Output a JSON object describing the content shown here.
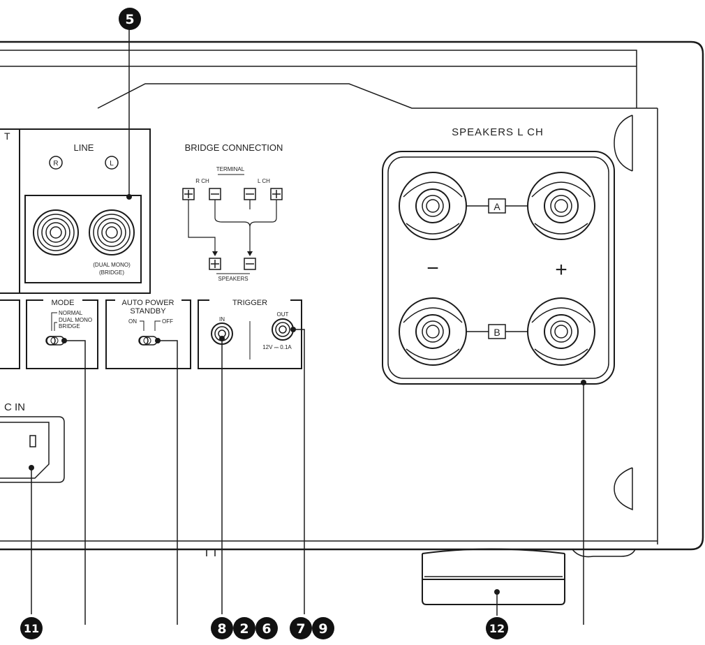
{
  "labels": {
    "line": "LINE",
    "r_jack": "R",
    "l_jack": "L",
    "dual_mono": "(DUAL MONO)",
    "bridge": "(BRIDGE)",
    "out_fragment": "T",
    "bridge_connection": "BRIDGE CONNECTION",
    "terminal": "TERMINAL",
    "r_ch": "R CH",
    "l_ch": "L CH",
    "speakers_small": "SPEAKERS",
    "speakers_l_ch": "SPEAKERS L CH",
    "terminal_a": "A",
    "terminal_b": "B",
    "minus": "−",
    "plus": "+",
    "mode_title": "MODE",
    "mode_normal": "NORMAL",
    "mode_dual_mono": "DUAL MONO",
    "mode_bridge": "BRIDGE",
    "auto_power_title_1": "AUTO POWER",
    "auto_power_title_2": "STANDBY",
    "auto_on": "ON",
    "auto_off": "OFF",
    "trigger_title": "TRIGGER",
    "trigger_in": "IN",
    "trigger_out": "OUT",
    "trigger_spec": "12V ⎓ 0.1A",
    "ac_in": "C IN"
  },
  "markers": {
    "m5": "5",
    "m11": "11",
    "m8": "8",
    "m2": "2",
    "m6": "6",
    "m7": "7",
    "m9": "9",
    "m12": "12"
  },
  "colors": {
    "line": "#1a1a1a",
    "marker": "#111111",
    "background": "#ffffff"
  }
}
